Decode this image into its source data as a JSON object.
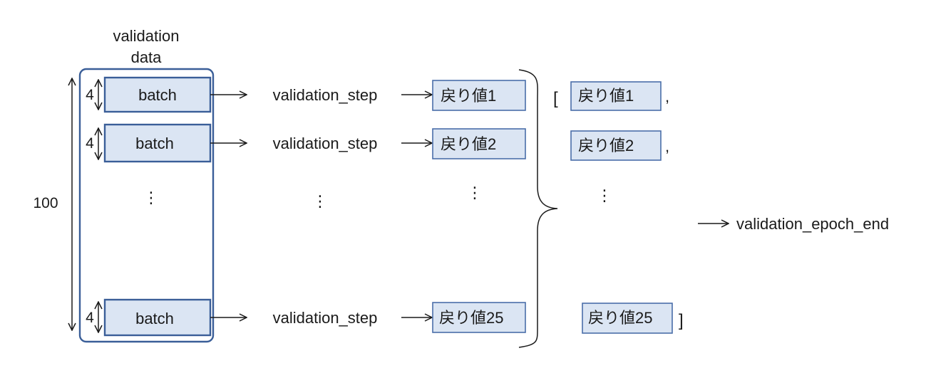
{
  "container": {
    "title_line1": "validation",
    "title_line2": "data",
    "size_label": "100"
  },
  "rows": [
    {
      "batch_label": "batch",
      "size_label": "4",
      "step_label": "validation_step",
      "result_label": "戻り値1",
      "list_item": "戻り値1",
      "list_sep": ","
    },
    {
      "batch_label": "batch",
      "size_label": "4",
      "step_label": "validation_step",
      "result_label": "戻り値2",
      "list_item": "戻り値2",
      "list_sep": ","
    },
    {
      "batch_label": "batch",
      "size_label": "4",
      "step_label": "validation_step",
      "result_label": "戻り値25",
      "list_item": "戻り値25",
      "list_sep": ""
    }
  ],
  "ellipsis": "⋮",
  "list_open_bracket": "[",
  "list_close_bracket": "]",
  "epoch_end_label": "validation_epoch_end",
  "colors": {
    "box_fill": "#dbe5f3",
    "box_stroke": "#3a5e98",
    "text": "#1a1a1a"
  }
}
